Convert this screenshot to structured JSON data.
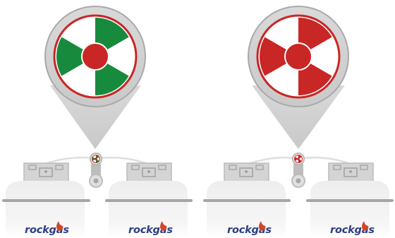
{
  "colors": {
    "indicator_green": "#188a3e",
    "indicator_red": "#c92626",
    "ring_red": "#c92626",
    "lens_gray": "#d2d2d2",
    "lens_border": "#a9a9a9",
    "bottle_fill": "#f0f0f0",
    "bottle_edge": "#d9d9d9",
    "bottle_valve": "#bcbcbc",
    "ground": "#a6a6a6",
    "brand_text": "#2c3f82",
    "brand_flame": "#d2462b"
  },
  "panels": [
    {
      "indicator_state": "green",
      "indicator_icon": "changeover-indicator-green-icon",
      "bottles": [
        {
          "brand": "rockgas",
          "logo_icon": "rockgas-flame-icon"
        },
        {
          "brand": "rockgas",
          "logo_icon": "rockgas-flame-icon"
        }
      ]
    },
    {
      "indicator_state": "red",
      "indicator_icon": "changeover-indicator-red-icon",
      "bottles": [
        {
          "brand": "rockgas",
          "logo_icon": "rockgas-flame-icon"
        },
        {
          "brand": "rockgas",
          "logo_icon": "rockgas-flame-icon"
        }
      ]
    }
  ]
}
